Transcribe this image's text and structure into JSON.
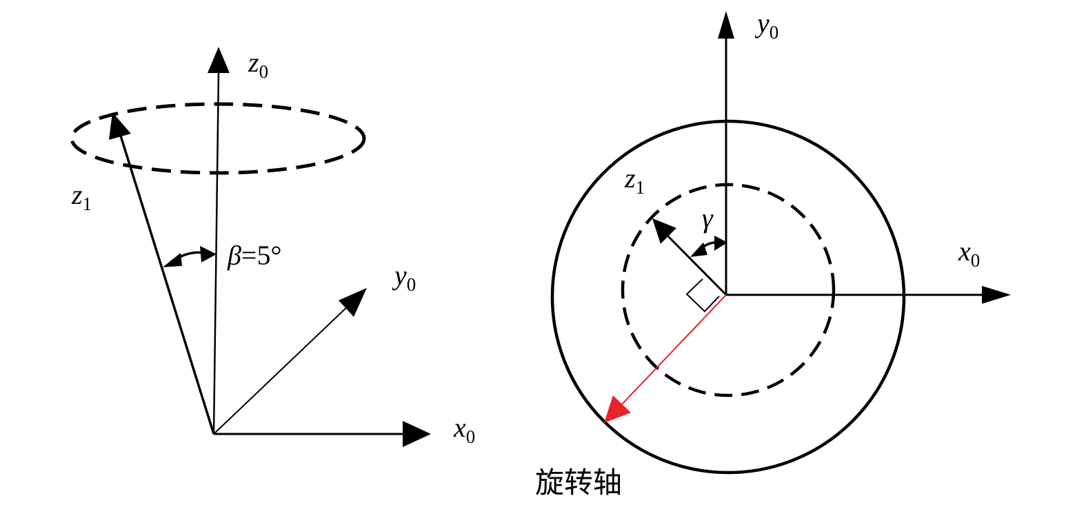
{
  "left_diagram": {
    "z0": {
      "symbol": "z",
      "subscript": "0"
    },
    "z1": {
      "symbol": "z",
      "subscript": "1"
    },
    "y0": {
      "symbol": "y",
      "subscript": "0"
    },
    "x0": {
      "symbol": "x",
      "subscript": "0"
    },
    "angle_label": {
      "symbol": "β",
      "value": "=5°"
    }
  },
  "right_diagram": {
    "y0": {
      "symbol": "y",
      "subscript": "0"
    },
    "x0": {
      "symbol": "x",
      "subscript": "0"
    },
    "z1": {
      "symbol": "z",
      "subscript": "1"
    },
    "angle_label": {
      "symbol": "γ"
    },
    "caption": "旋转轴"
  },
  "colors": {
    "ink": "#000000",
    "rotation_axis": "#e8232a",
    "background": "#ffffff"
  }
}
